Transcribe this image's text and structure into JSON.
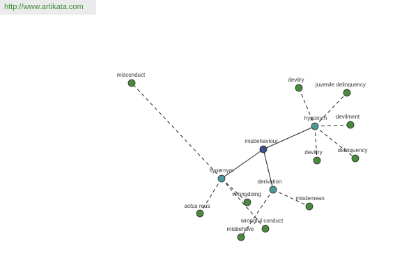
{
  "url_text": "http://www.artikata.com",
  "colors": {
    "center": "#3b4f8f",
    "relation": "#4b9a9a",
    "word": "#4a8a3e",
    "edge": "#222222"
  },
  "nodes": [
    {
      "id": "center",
      "label": "misbehaviour",
      "kind": "center"
    },
    {
      "id": "hypernym",
      "label": "hypernym",
      "kind": "relation"
    },
    {
      "id": "hyponym",
      "label": "hyponym",
      "kind": "relation"
    },
    {
      "id": "derivation",
      "label": "derivation",
      "kind": "relation"
    },
    {
      "id": "misconduct",
      "label": "misconduct",
      "kind": "word"
    },
    {
      "id": "actus_reus",
      "label": "actus reus",
      "kind": "word"
    },
    {
      "id": "wrongdoing",
      "label": "wrongdoing",
      "kind": "word"
    },
    {
      "id": "wrongful_conduct",
      "label": "wrongful conduct",
      "kind": "word"
    },
    {
      "id": "misbehave",
      "label": "misbehave",
      "kind": "word"
    },
    {
      "id": "misdemean",
      "label": "misdemean",
      "kind": "word"
    },
    {
      "id": "devilry1",
      "label": "devilry",
      "kind": "word"
    },
    {
      "id": "juvenile_delinquency",
      "label": "juvenile delinquency",
      "kind": "word"
    },
    {
      "id": "devilment",
      "label": "devilment",
      "kind": "word"
    },
    {
      "id": "delinquency",
      "label": "delinquency",
      "kind": "word"
    },
    {
      "id": "deviltry",
      "label": "deviltry",
      "kind": "word"
    }
  ],
  "edges": [
    {
      "from": "center",
      "to": "hypernym",
      "style": "solid"
    },
    {
      "from": "center",
      "to": "hyponym",
      "style": "solid"
    },
    {
      "from": "center",
      "to": "derivation",
      "style": "solid"
    },
    {
      "from": "hypernym",
      "to": "misconduct",
      "style": "dashed"
    },
    {
      "from": "hypernym",
      "to": "actus_reus",
      "style": "dashed"
    },
    {
      "from": "hypernym",
      "to": "wrongdoing",
      "style": "dashed"
    },
    {
      "from": "hypernym",
      "to": "wrongful_conduct",
      "style": "dashed"
    },
    {
      "from": "hyponym",
      "to": "devilry1",
      "style": "dashed"
    },
    {
      "from": "hyponym",
      "to": "juvenile_delinquency",
      "style": "dashed"
    },
    {
      "from": "hyponym",
      "to": "devilment",
      "style": "dashed"
    },
    {
      "from": "hyponym",
      "to": "delinquency",
      "style": "dashed"
    },
    {
      "from": "hyponym",
      "to": "deviltry",
      "style": "dashed"
    },
    {
      "from": "derivation",
      "to": "misdemean",
      "style": "dashed"
    },
    {
      "from": "derivation",
      "to": "misbehave",
      "style": "dashed"
    }
  ]
}
